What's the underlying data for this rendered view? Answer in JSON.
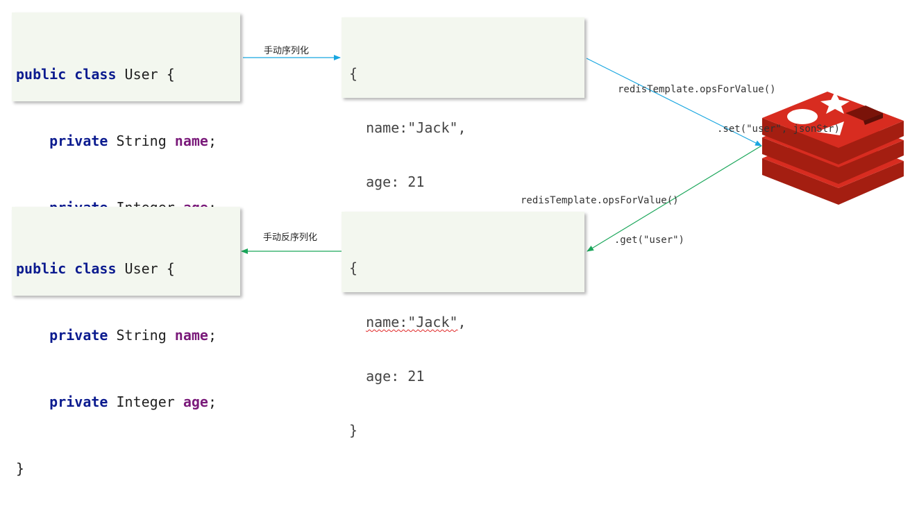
{
  "java_top": {
    "line1": {
      "kw": "public class",
      "rest": " User {"
    },
    "line2": {
      "indent": "    ",
      "kw": "private",
      "type": " String ",
      "field": "name",
      "end": ";"
    },
    "line3": {
      "indent": "    ",
      "kw": "private",
      "type": " Integer ",
      "field": "age",
      "end": ";"
    },
    "line4": "}"
  },
  "java_bottom": {
    "line1": {
      "kw": "public class",
      "rest": " User {"
    },
    "line2": {
      "indent": "    ",
      "kw": "private",
      "type": " String ",
      "field": "name",
      "end": ";"
    },
    "line3": {
      "indent": "    ",
      "kw": "private",
      "type": " Integer ",
      "field": "age",
      "end": ";"
    },
    "line4": "}"
  },
  "json_top": {
    "open": "{",
    "line1": "  name:\"Jack\",",
    "line2": "  age: 21",
    "close": "}"
  },
  "json_bottom": {
    "open": "{",
    "indent": "  ",
    "line1_key": "name:\"Jack\"",
    "line1_end": ",",
    "line2": "  age: 21",
    "close": "}"
  },
  "labels": {
    "serialize": "手动序列化",
    "deserialize": "手动反序列化"
  },
  "commands": {
    "set_line1": "redisTemplate.opsForValue()",
    "set_line2": ".set(\"user\", jsonStr)",
    "get_line1": "redisTemplate.opsForValue()",
    "get_line2": ".get(\"user\")"
  },
  "icons": {
    "redis": "redis-logo-icon"
  },
  "colors": {
    "serialize_arrow": "#18a6e0",
    "deserialize_arrow": "#1aa65a",
    "redis_red": "#d82c20",
    "redis_dark": "#a41e11",
    "box_bg": "#f3f7ef"
  }
}
